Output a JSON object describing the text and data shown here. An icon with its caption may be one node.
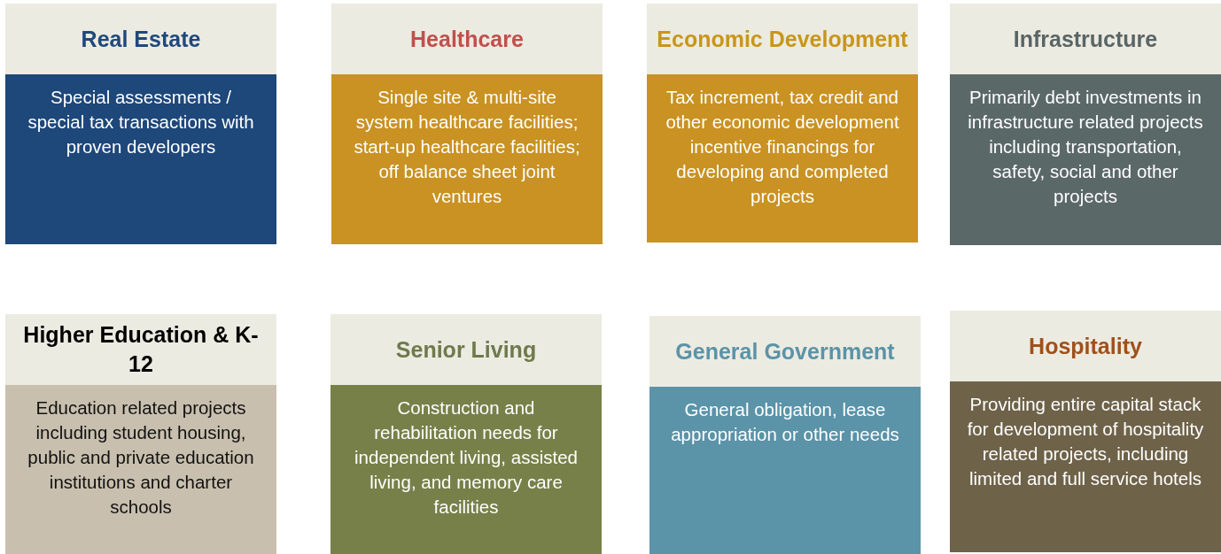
{
  "diagram": {
    "nodes": [
      {
        "text": [
          "Real Estate",
          "Special assessments / special tax transactions with proven developers"
        ]
      },
      {
        "text": [
          "Healthcare",
          "Single site & multi-site system healthcare facilities; start-up healthcare facilities; off balance sheet joint ventures"
        ]
      },
      {
        "text": [
          "Economic Development",
          "Tax increment, tax credit and other economic development incentive financings for developing and completed projects"
        ]
      },
      {
        "text": [
          "Infrastructure",
          "Primarily debt investments in infrastructure related projects including transportation, safety, social and other projects"
        ]
      },
      {
        "text": [
          "Higher Education & K-12",
          "Education related projects including student housing, public and private education institutions and charter schools"
        ]
      },
      {
        "text": [
          "Senior Living",
          "Construction and rehabilitation needs for independent living, assisted living, and memory care facilities"
        ]
      },
      {
        "text": [
          "General Government",
          "General obligation, lease appropriation or other needs"
        ]
      },
      {
        "text": [
          "Hospitality",
          "Providing entire capital stack for development of hospitality related projects, including limited and full service hotels"
        ]
      }
    ]
  }
}
